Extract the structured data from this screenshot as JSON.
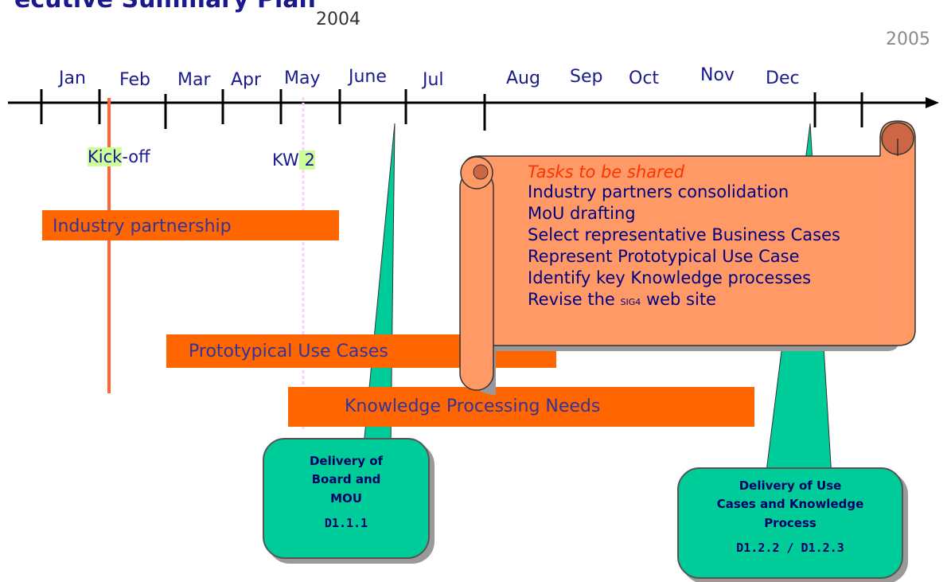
{
  "top_title": "ecutive Summary Plan",
  "years": {
    "start": "2004",
    "end": "2005"
  },
  "months": [
    "Jan",
    "Feb",
    "Mar",
    "Apr",
    "May",
    "June",
    "Jul",
    "Aug",
    "Sep",
    "Oct",
    "Nov",
    "Dec"
  ],
  "milestones": {
    "kickoff_a": "Kick",
    "kickoff_b": "-off",
    "kw_a": "KW",
    "kw_b": " 2"
  },
  "bars": {
    "industry": "Industry partnership",
    "prototypical": "Prototypical Use Cases",
    "knowledge": "Knowledge Processing Needs"
  },
  "deliveries": {
    "d1": {
      "line1": "Delivery of",
      "line2": "Board and",
      "line3": "MOU",
      "code": "D1.1.1"
    },
    "d2": {
      "line1": "Delivery of Use",
      "line2": "Cases and Knowledge",
      "line3": "Process",
      "code": "D1.2.2 / D1.2.3"
    }
  },
  "tasks": {
    "title": "Tasks to be shared",
    "items": [
      "Industry partners consolidation",
      "MoU drafting",
      "Select representative Business Cases",
      "Represent Prototypical Use Case",
      "Identify key Knowledge processes"
    ],
    "last_prefix": "Revise the ",
    "last_small": "SIG4",
    "last_suffix": " web site"
  },
  "colors": {
    "bar": "#ff6600",
    "callout": "#00cc99",
    "scroll": "#ff9966",
    "line": "#ff6633",
    "dashed": "#ffccff"
  }
}
